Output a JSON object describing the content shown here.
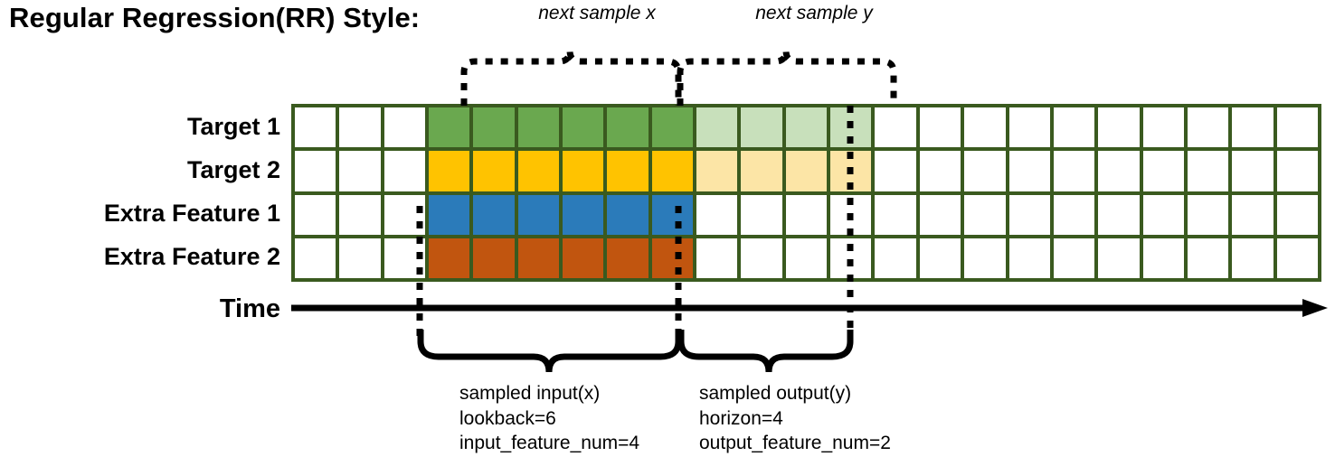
{
  "title": "Regular Regression(RR) Style:",
  "axis": {
    "time_label": "Time",
    "arrow_icon": "arrow-right-icon"
  },
  "rows": [
    {
      "key": "target1",
      "label": "Target 1"
    },
    {
      "key": "target2",
      "label": "Target 2"
    },
    {
      "key": "feature1",
      "label": "Extra Feature 1"
    },
    {
      "key": "feature2",
      "label": "Extra Feature 2"
    }
  ],
  "top_braces": [
    {
      "key": "next-sample-x",
      "label": "next sample x"
    },
    {
      "key": "next-sample-y",
      "label": "next sample y"
    }
  ],
  "bottom_braces": [
    {
      "key": "sampled-input",
      "lines": [
        "sampled input(x)",
        "lookback=6",
        "input_feature_num=4"
      ]
    },
    {
      "key": "sampled-output",
      "lines": [
        "sampled output(y)",
        "horizon=4",
        "output_feature_num=2"
      ]
    }
  ],
  "colors": {
    "grid_border": "#3a5a1f",
    "target1": "#6aa84f",
    "target1_light": "#c8e0bb",
    "target2": "#ffc300",
    "target2_light": "#fce5a6",
    "feature1": "#2b7bba",
    "feature2": "#c1550f",
    "empty": "#ffffff",
    "line": "#000000"
  },
  "chart_data": {
    "type": "heatmap",
    "title": "Regular Regression(RR) Style:",
    "columns": 23,
    "rows": [
      "Target 1",
      "Target 2",
      "Extra Feature 1",
      "Extra Feature 2"
    ],
    "lookback": 6,
    "horizon": 4,
    "input_feature_num": 4,
    "output_feature_num": 2,
    "input_start_col": 4,
    "input_end_col": 9,
    "output_start_col": 10,
    "output_end_col": 13,
    "cell_states": {
      "target1": [
        "empty",
        "empty",
        "empty",
        "input",
        "input",
        "input",
        "input",
        "input",
        "input",
        "output",
        "output",
        "output",
        "output",
        "empty",
        "empty",
        "empty",
        "empty",
        "empty",
        "empty",
        "empty",
        "empty",
        "empty",
        "empty"
      ],
      "target2": [
        "empty",
        "empty",
        "empty",
        "input",
        "input",
        "input",
        "input",
        "input",
        "input",
        "output",
        "output",
        "output",
        "output",
        "empty",
        "empty",
        "empty",
        "empty",
        "empty",
        "empty",
        "empty",
        "empty",
        "empty",
        "empty"
      ],
      "feature1": [
        "empty",
        "empty",
        "empty",
        "input",
        "input",
        "input",
        "input",
        "input",
        "input",
        "empty",
        "empty",
        "empty",
        "empty",
        "empty",
        "empty",
        "empty",
        "empty",
        "empty",
        "empty",
        "empty",
        "empty",
        "empty",
        "empty"
      ],
      "feature2": [
        "empty",
        "empty",
        "empty",
        "input",
        "input",
        "input",
        "input",
        "input",
        "input",
        "empty",
        "empty",
        "empty",
        "empty",
        "empty",
        "empty",
        "empty",
        "empty",
        "empty",
        "empty",
        "empty",
        "empty",
        "empty",
        "empty"
      ]
    }
  }
}
